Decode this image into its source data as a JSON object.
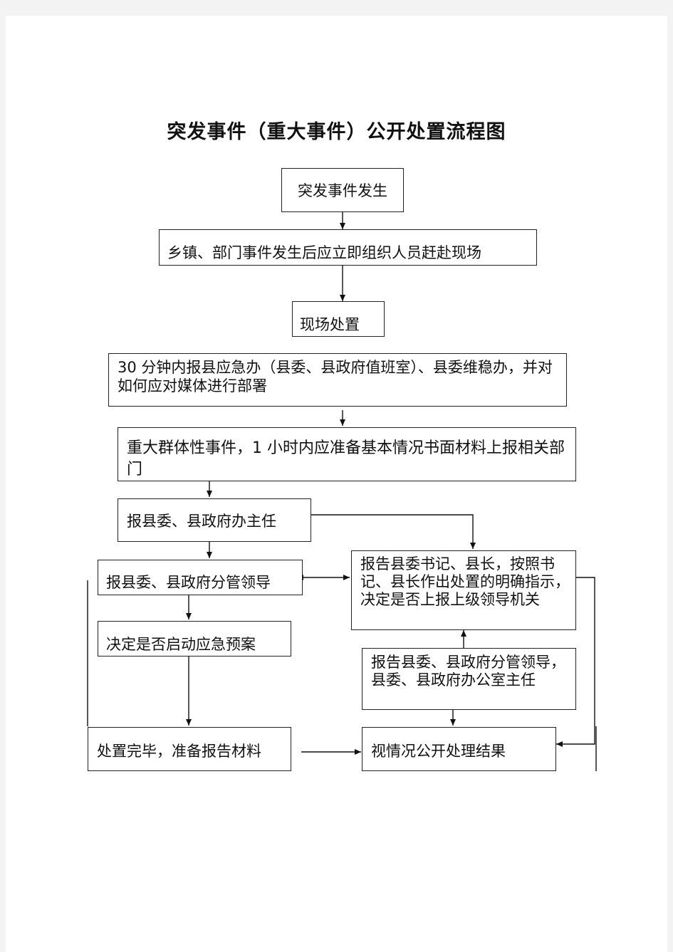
{
  "title": "突发事件（重大事件）公开处置流程图",
  "nodes": {
    "occur": "突发事件发生",
    "rush": "乡镇、部门事件发生后应立即组织人员赶赴现场",
    "onsite": "现场处置",
    "report30": "30 分钟内报县应急办（县委、县政府值班室）、县委维稳办，并对如何应对媒体进行部署",
    "major": "重大群体性事件，1 小时内应准备基本情况书面材料上报相关部门",
    "office": "报县委、县政府办主任",
    "leader": "报县委、县政府分管领导",
    "secretary": "报告县委书记、县长，按照书记、县长作出处置的明确指示，决定是否上报上级领导机关",
    "plan": "决定是否启动应急预案",
    "deputy": "报告县委、县政府分管领导，县委、县政府办公室主任",
    "done": "处置完毕，准备报告材料",
    "publish": "视情况公开处理结果"
  }
}
